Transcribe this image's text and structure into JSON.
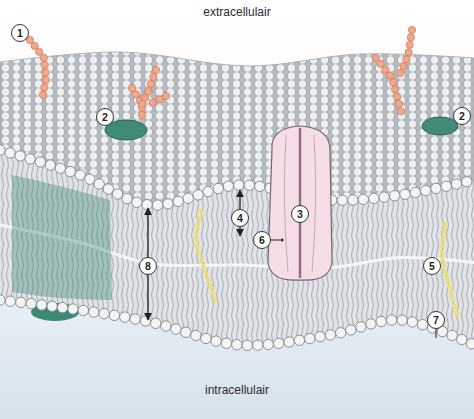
{
  "diagram": {
    "labels": [
      "extracellulair",
      "1",
      "2",
      "2",
      "3",
      "4",
      "6",
      "8",
      "5",
      "7",
      "intracellulair"
    ]
  }
}
